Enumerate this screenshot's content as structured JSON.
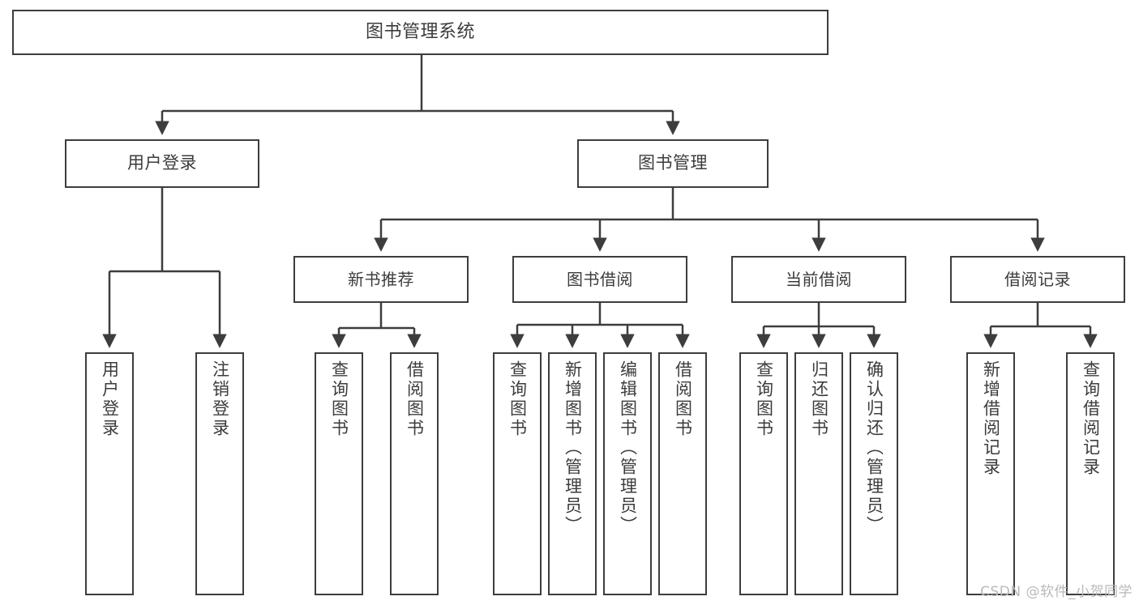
{
  "diagram": {
    "title": "图书管理系统",
    "type": "tree-structure-chart",
    "watermark": "CSDN @软件_小贺同学",
    "colors": {
      "background": "#ffffff",
      "node_border": "#3d3d3d",
      "node_fill": "#ffffff",
      "text": "#3c3c3c",
      "edge": "#3d3d3d",
      "watermark": "#b9b9b9"
    }
  },
  "nodes": {
    "root": {
      "label": "图书管理系统"
    },
    "level1": [
      {
        "id": "user-login",
        "label": "用户登录"
      },
      {
        "id": "book-manage",
        "label": "图书管理"
      }
    ],
    "level2": [
      {
        "id": "new-book-recommend",
        "label": "新书推荐"
      },
      {
        "id": "book-borrow",
        "label": "图书借阅"
      },
      {
        "id": "current-borrow",
        "label": "当前借阅"
      },
      {
        "id": "borrow-record",
        "label": "借阅记录"
      }
    ],
    "leaves": {
      "user_login": [
        {
          "id": "leaf-user-login",
          "label": "用户登录"
        },
        {
          "id": "leaf-logout-login",
          "label": "注销登录"
        }
      ],
      "new_book_recommend": [
        {
          "id": "leaf-query-book-1",
          "label": "查询图书"
        },
        {
          "id": "leaf-borrow-book-1",
          "label": "借阅图书"
        }
      ],
      "book_borrow": [
        {
          "id": "leaf-query-book-2",
          "label": "查询图书"
        },
        {
          "id": "leaf-add-book",
          "label": "新增图书（管理员）"
        },
        {
          "id": "leaf-edit-book",
          "label": "编辑图书（管理员）"
        },
        {
          "id": "leaf-borrow-book-2",
          "label": "借阅图书"
        }
      ],
      "current_borrow": [
        {
          "id": "leaf-query-book-3",
          "label": "查询图书"
        },
        {
          "id": "leaf-return-book",
          "label": "归还图书"
        },
        {
          "id": "leaf-confirm-return",
          "label": "确认归还（管理员）"
        }
      ],
      "borrow_record": [
        {
          "id": "leaf-add-record",
          "label": "新增借阅记录"
        },
        {
          "id": "leaf-query-record",
          "label": "查询借阅记录"
        }
      ]
    }
  }
}
